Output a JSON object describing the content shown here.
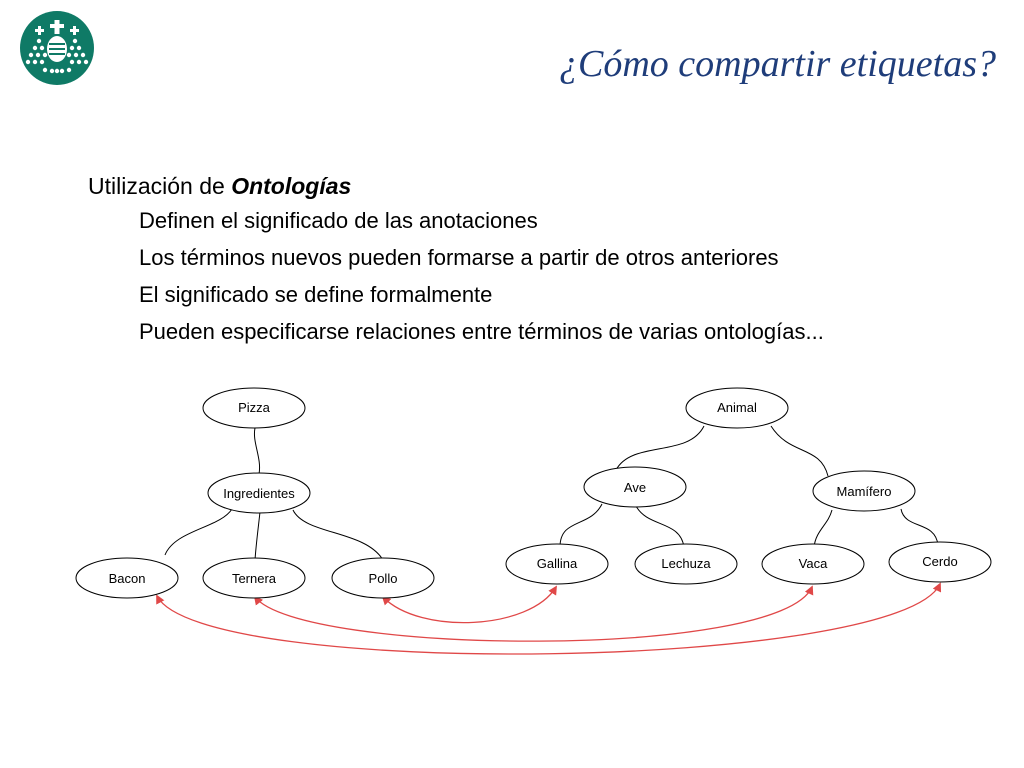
{
  "slide": {
    "title": "¿Cómo compartir etiquetas?",
    "logo_color": "#0f7a66",
    "title_color": "#1f3d7a",
    "link_color": "#e04848"
  },
  "bullets": {
    "main_prefix": "Utilización de ",
    "main_emphasis": "Ontologías",
    "items": [
      "Definen el significado de las anotaciones",
      "Los términos nuevos pueden formarse a partir de otros anteriores",
      "El significado se define formalmente",
      "Pueden especificarse relaciones entre términos de varias ontologías..."
    ]
  },
  "diagram": {
    "trees": [
      {
        "root": "Pizza",
        "nodes": [
          {
            "id": "pizza",
            "label": "Pizza"
          },
          {
            "id": "ingredientes",
            "label": "Ingredientes"
          },
          {
            "id": "bacon",
            "label": "Bacon"
          },
          {
            "id": "ternera",
            "label": "Ternera"
          },
          {
            "id": "pollo",
            "label": "Pollo"
          }
        ],
        "edges": [
          [
            "pizza",
            "ingredientes"
          ],
          [
            "ingredientes",
            "bacon"
          ],
          [
            "ingredientes",
            "ternera"
          ],
          [
            "ingredientes",
            "pollo"
          ]
        ]
      },
      {
        "root": "Animal",
        "nodes": [
          {
            "id": "animal",
            "label": "Animal"
          },
          {
            "id": "ave",
            "label": "Ave"
          },
          {
            "id": "mamifero",
            "label": "Mamífero"
          },
          {
            "id": "gallina",
            "label": "Gallina"
          },
          {
            "id": "lechuza",
            "label": "Lechuza"
          },
          {
            "id": "vaca",
            "label": "Vaca"
          },
          {
            "id": "cerdo",
            "label": "Cerdo"
          }
        ],
        "edges": [
          [
            "animal",
            "ave"
          ],
          [
            "animal",
            "mamifero"
          ],
          [
            "ave",
            "gallina"
          ],
          [
            "ave",
            "lechuza"
          ],
          [
            "mamifero",
            "vaca"
          ],
          [
            "mamifero",
            "cerdo"
          ]
        ]
      }
    ],
    "cross_links": [
      [
        "bacon",
        "cerdo"
      ],
      [
        "ternera",
        "vaca"
      ],
      [
        "pollo",
        "gallina"
      ]
    ]
  }
}
